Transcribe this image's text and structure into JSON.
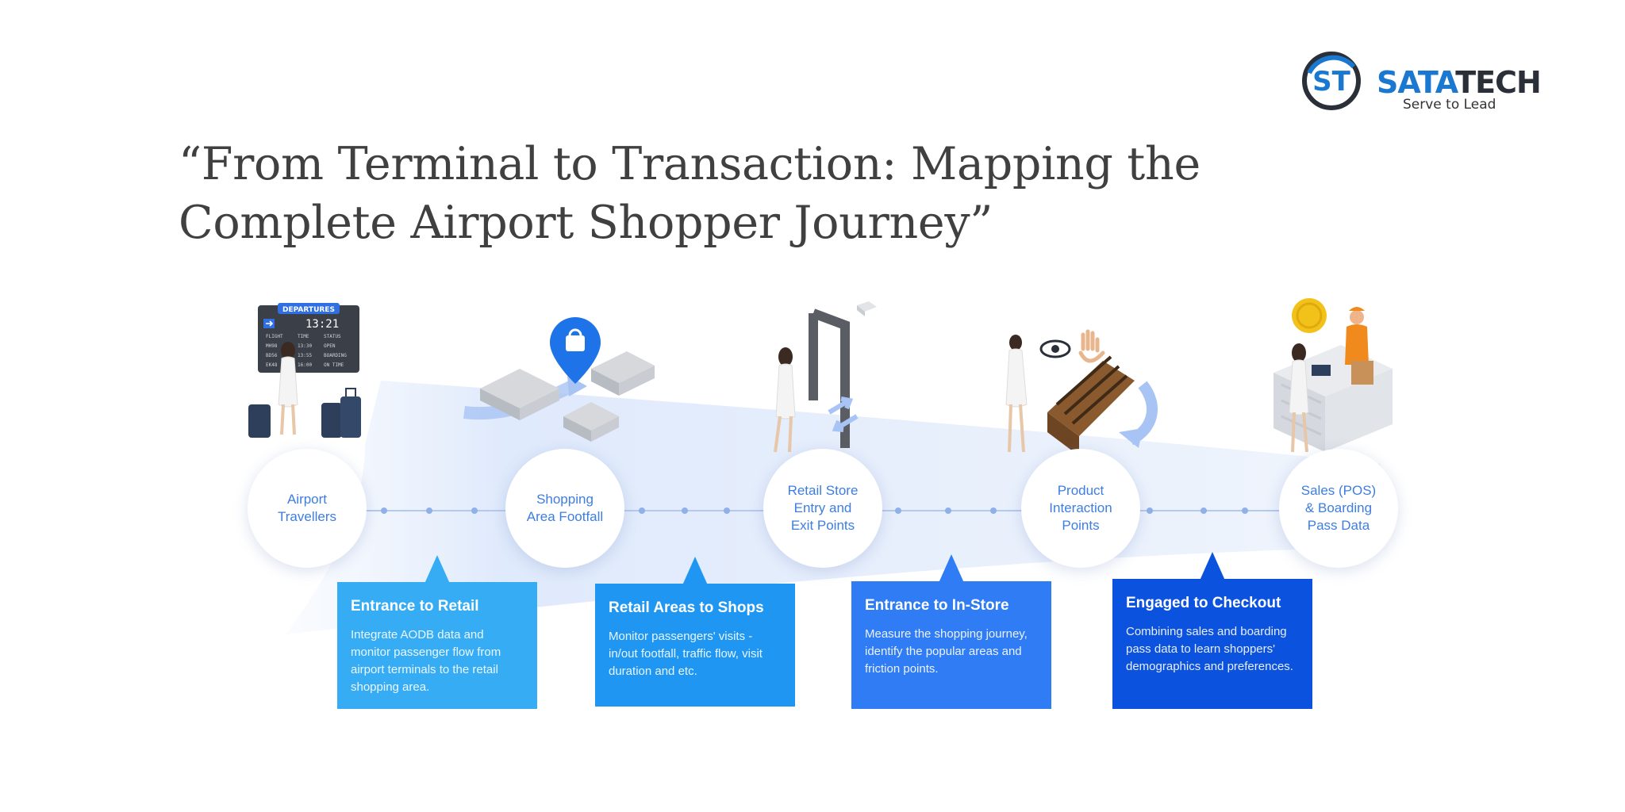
{
  "logo": {
    "mark": "ST",
    "brand_a": "SATA",
    "brand_b": "TECH",
    "tagline": "Serve to Lead"
  },
  "title": "“From Terminal to Transaction: Mapping the Complete Airport Shopper Journey”",
  "illustrations": {
    "board_heading": "DEPARTURES",
    "board_time": "13:21",
    "board_cols": [
      "FLIGHT",
      "TIME",
      "STATUS"
    ],
    "board_rows": [
      [
        "MH98",
        "13:30",
        "OPEN"
      ],
      [
        "BD56",
        "13:55",
        "BOARDING"
      ],
      [
        "EK48",
        "16:00",
        "ON TIME"
      ]
    ]
  },
  "stages": [
    {
      "label": "Airport\nTravellers"
    },
    {
      "label": "Shopping\nArea Footfall"
    },
    {
      "label": "Retail Store\nEntry and\nExit Points"
    },
    {
      "label": "Product\nInteraction\nPoints"
    },
    {
      "label": "Sales (POS)\n& Boarding\nPass Data"
    }
  ],
  "cards": [
    {
      "title": "Entrance to Retail",
      "desc": "Integrate AODB data and monitor passenger flow from airport terminals to the retail shopping area.",
      "color": "#36acf5"
    },
    {
      "title": "Retail Areas  to Shops",
      "desc": "Monitor passengers' visits - in/out footfall, traffic flow, visit duration and etc.",
      "color": "#1f97f2"
    },
    {
      "title": "Entrance to In-Store",
      "desc": "Measure the shopping journey, identify the popular areas and friction points.",
      "color": "#2f7cf4"
    },
    {
      "title": "Engaged to Checkout",
      "desc": "Combining sales and boarding pass data to learn shoppers' demographics and preferences.",
      "color": "#0b52de"
    }
  ],
  "colors": {
    "accent": "#3d7ee0",
    "brand": "#1b78d0",
    "title": "#404040"
  }
}
